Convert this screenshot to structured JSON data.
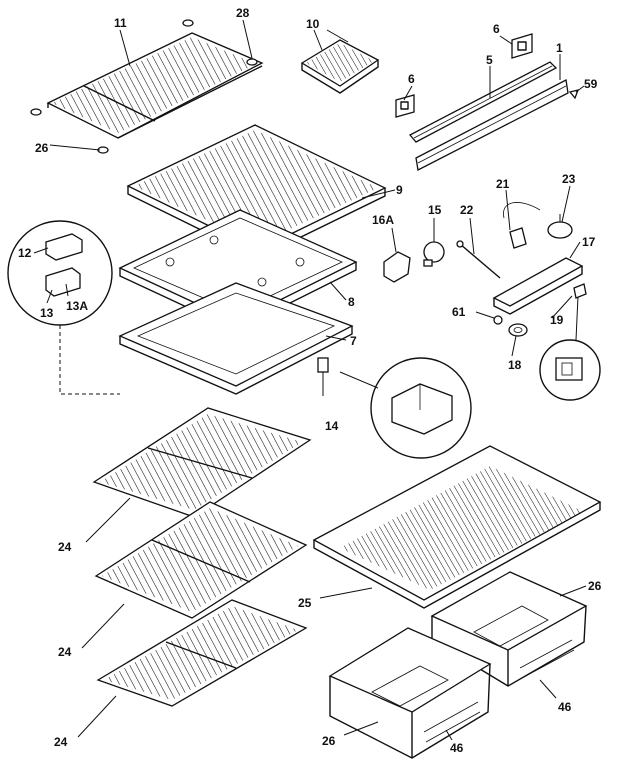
{
  "labels": {
    "l11": "11",
    "l28": "28",
    "l10": "10",
    "l6a": "6",
    "l1": "1",
    "l5": "5",
    "l6b": "6",
    "l59": "59",
    "l26a": "26",
    "l9": "9",
    "l21": "21",
    "l23": "23",
    "l16a": "16A",
    "l15": "15",
    "l22": "22",
    "l17": "17",
    "l12": "12",
    "l13": "13",
    "l13a": "13A",
    "l8": "8",
    "l61": "61",
    "l19": "19",
    "l18": "18",
    "l7": "7",
    "l14": "14",
    "l24a": "24",
    "l25": "25",
    "l26b": "26",
    "l24b": "24",
    "l46a": "46",
    "l24c": "24",
    "l26c": "26",
    "l46b": "46"
  }
}
